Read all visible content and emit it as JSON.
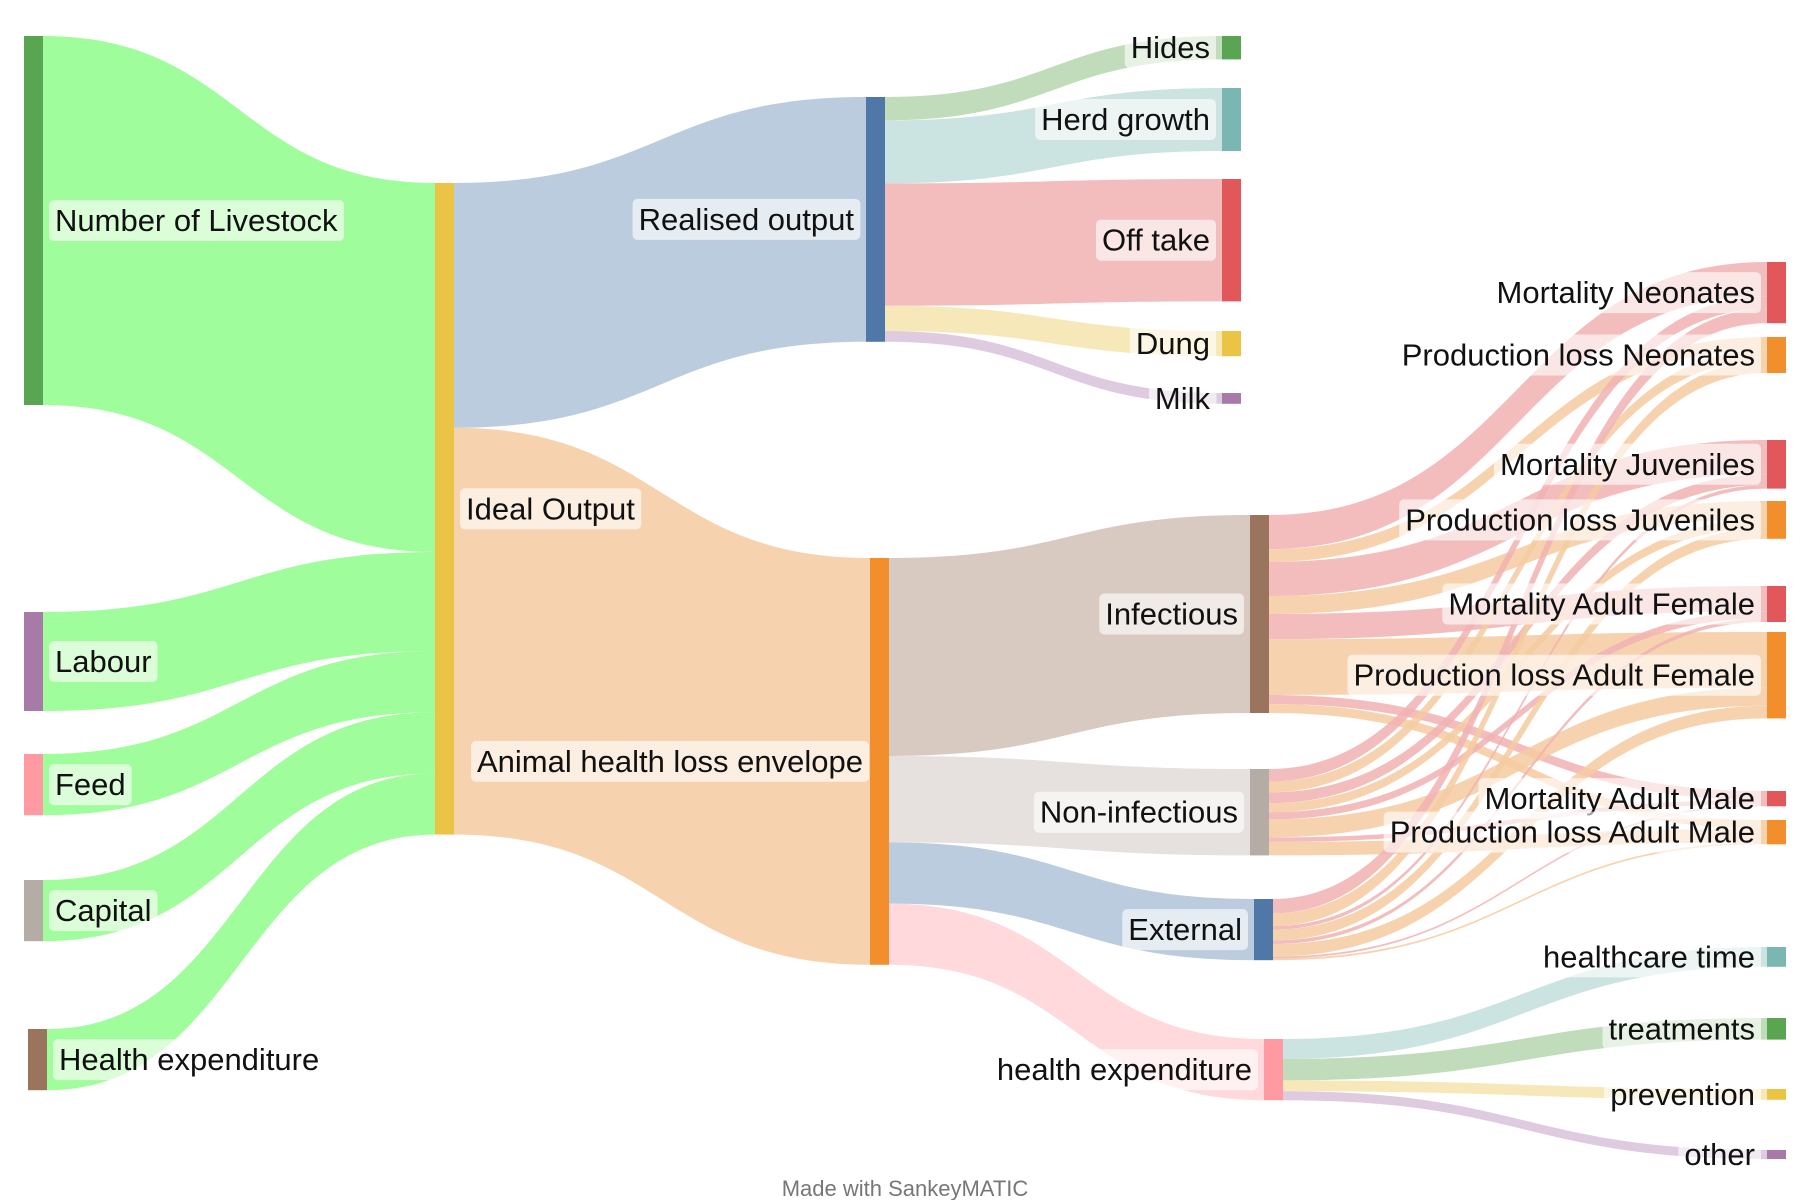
{
  "diagram": {
    "type": "sankey",
    "credit": "Made with SankeyMATIC",
    "nodes": [
      {
        "id": "livestock",
        "label": "Number of Livestock",
        "color": "#5aa551"
      },
      {
        "id": "labour",
        "label": "Labour",
        "color": "#a87aa8"
      },
      {
        "id": "feed",
        "label": "Feed",
        "color": "#ff9aa2"
      },
      {
        "id": "capital",
        "label": "Capital",
        "color": "#b4aca5"
      },
      {
        "id": "healthexp_in",
        "label": "Health expenditure",
        "color": "#9b745d"
      },
      {
        "id": "ideal",
        "label": "Ideal Output",
        "color": "#ebc445"
      },
      {
        "id": "realised",
        "label": "Realised output",
        "color": "#4f78a8"
      },
      {
        "id": "ahle",
        "label": "Animal health loss envelope",
        "color": "#f28f2c"
      },
      {
        "id": "hides",
        "label": "Hides",
        "color": "#5aa551"
      },
      {
        "id": "herd",
        "label": "Herd growth",
        "color": "#7ab6b2"
      },
      {
        "id": "offtake",
        "label": "Off take",
        "color": "#e1575a"
      },
      {
        "id": "dung",
        "label": "Dung",
        "color": "#ebc445"
      },
      {
        "id": "milk",
        "label": "Milk",
        "color": "#a87aa8"
      },
      {
        "id": "infectious",
        "label": "Infectious",
        "color": "#9b745d"
      },
      {
        "id": "noninf",
        "label": "Non-infectious",
        "color": "#b4aca5"
      },
      {
        "id": "external",
        "label": "External",
        "color": "#4f78a8"
      },
      {
        "id": "hexp",
        "label": "health expenditure",
        "color": "#ff9aa2"
      },
      {
        "id": "mneo",
        "label": "Mortality Neonates",
        "color": "#e1575a"
      },
      {
        "id": "pneo",
        "label": "Production loss Neonates",
        "color": "#f28f2c"
      },
      {
        "id": "mjuv",
        "label": "Mortality Juveniles",
        "color": "#e1575a"
      },
      {
        "id": "pjuv",
        "label": "Production loss Juveniles",
        "color": "#f28f2c"
      },
      {
        "id": "maf",
        "label": "Mortality Adult Female",
        "color": "#e1575a"
      },
      {
        "id": "paf",
        "label": "Production loss Adult Female",
        "color": "#f28f2c"
      },
      {
        "id": "mam",
        "label": "Mortality Adult Male",
        "color": "#e1575a"
      },
      {
        "id": "pam",
        "label": "Production loss Adult Male",
        "color": "#f28f2c"
      },
      {
        "id": "htime",
        "label": "healthcare time",
        "color": "#7ab6b2"
      },
      {
        "id": "treat",
        "label": "treatments",
        "color": "#5aa551"
      },
      {
        "id": "prev",
        "label": "prevention",
        "color": "#ebc445"
      },
      {
        "id": "other",
        "label": "other",
        "color": "#a87aa8"
      }
    ],
    "flows": [
      {
        "source": "livestock",
        "target": "ideal",
        "value": 410,
        "color": "#8ffd8a"
      },
      {
        "source": "labour",
        "target": "ideal",
        "value": 110,
        "color": "#8ffd8a"
      },
      {
        "source": "feed",
        "target": "ideal",
        "value": 68,
        "color": "#8ffd8a"
      },
      {
        "source": "capital",
        "target": "ideal",
        "value": 68,
        "color": "#8ffd8a"
      },
      {
        "source": "healthexp_in",
        "target": "ideal",
        "value": 68,
        "color": "#8ffd8a"
      },
      {
        "source": "ideal",
        "target": "realised",
        "value": 272,
        "color": "#afc3d8"
      },
      {
        "source": "ideal",
        "target": "ahle",
        "value": 452,
        "color": "#f5cba0"
      },
      {
        "source": "realised",
        "target": "hides",
        "value": 26,
        "color": "#b5d6af"
      },
      {
        "source": "realised",
        "target": "herd",
        "value": 70,
        "color": "#c3dfdc"
      },
      {
        "source": "realised",
        "target": "offtake",
        "value": 136,
        "color": "#f1b2b3"
      },
      {
        "source": "realised",
        "target": "dung",
        "value": 28,
        "color": "#f6e4ad"
      },
      {
        "source": "realised",
        "target": "milk",
        "value": 12,
        "color": "#d9c2d9"
      },
      {
        "source": "ahle",
        "target": "infectious",
        "value": 220,
        "color": "#d2c1b6"
      },
      {
        "source": "ahle",
        "target": "noninf",
        "value": 96,
        "color": "#e2dcd9"
      },
      {
        "source": "ahle",
        "target": "external",
        "value": 68,
        "color": "#afc3d8"
      },
      {
        "source": "ahle",
        "target": "hexp",
        "value": 68,
        "color": "#ffd2d6"
      },
      {
        "source": "infectious",
        "target": "mneo",
        "value": 38,
        "color": "#f1b2b3"
      },
      {
        "source": "infectious",
        "target": "pneo",
        "value": 14,
        "color": "#f5cba0"
      },
      {
        "source": "infectious",
        "target": "mjuv",
        "value": 38,
        "color": "#f1b2b3"
      },
      {
        "source": "infectious",
        "target": "pjuv",
        "value": 20,
        "color": "#f5cba0"
      },
      {
        "source": "infectious",
        "target": "maf",
        "value": 28,
        "color": "#f1b2b3"
      },
      {
        "source": "infectious",
        "target": "paf",
        "value": 62,
        "color": "#f5cba0"
      },
      {
        "source": "infectious",
        "target": "mam",
        "value": 10,
        "color": "#f1b2b3"
      },
      {
        "source": "infectious",
        "target": "pam",
        "value": 10,
        "color": "#f5cba0"
      },
      {
        "source": "noninf",
        "target": "mneo",
        "value": 14,
        "color": "#f1b2b3"
      },
      {
        "source": "noninf",
        "target": "pneo",
        "value": 12,
        "color": "#f5cba0"
      },
      {
        "source": "noninf",
        "target": "mjuv",
        "value": 12,
        "color": "#f1b2b3"
      },
      {
        "source": "noninf",
        "target": "pjuv",
        "value": 10,
        "color": "#f5cba0"
      },
      {
        "source": "noninf",
        "target": "maf",
        "value": 8,
        "color": "#f1b2b3"
      },
      {
        "source": "noninf",
        "target": "paf",
        "value": 20,
        "color": "#f5cba0"
      },
      {
        "source": "noninf",
        "target": "mam",
        "value": 5,
        "color": "#f1b2b3"
      },
      {
        "source": "noninf",
        "target": "pam",
        "value": 15,
        "color": "#f5cba0"
      },
      {
        "source": "external",
        "target": "mneo",
        "value": 16,
        "color": "#f1b2b3"
      },
      {
        "source": "external",
        "target": "pneo",
        "value": 14,
        "color": "#f5cba0"
      },
      {
        "source": "external",
        "target": "mjuv",
        "value": 4,
        "color": "#f1b2b3"
      },
      {
        "source": "external",
        "target": "pjuv",
        "value": 12,
        "color": "#f5cba0"
      },
      {
        "source": "external",
        "target": "maf",
        "value": 4,
        "color": "#f1b2b3"
      },
      {
        "source": "external",
        "target": "paf",
        "value": 14,
        "color": "#f5cba0"
      },
      {
        "source": "external",
        "target": "mam",
        "value": 2,
        "color": "#f1b2b3"
      },
      {
        "source": "external",
        "target": "pam",
        "value": 2,
        "color": "#f5cba0"
      },
      {
        "source": "hexp",
        "target": "htime",
        "value": 22,
        "color": "#c3dfdc"
      },
      {
        "source": "hexp",
        "target": "treat",
        "value": 24,
        "color": "#b5d6af"
      },
      {
        "source": "hexp",
        "target": "prev",
        "value": 12,
        "color": "#f6e4ad"
      },
      {
        "source": "hexp",
        "target": "other",
        "value": 10,
        "color": "#d9c2d9"
      }
    ]
  }
}
